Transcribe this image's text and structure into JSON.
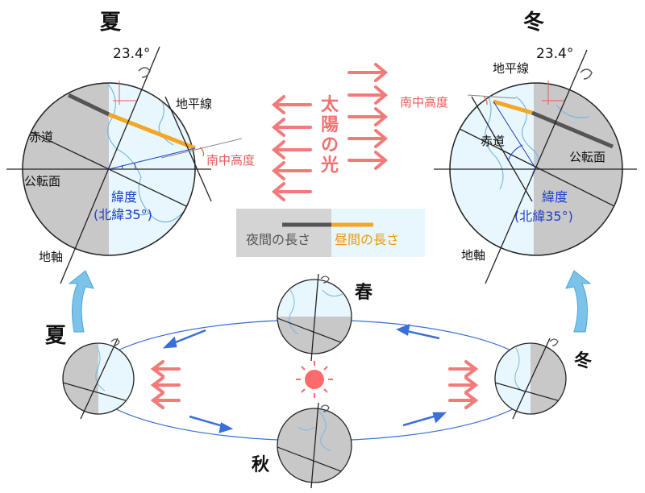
{
  "seasons": {
    "summer": "夏",
    "winter": "冬",
    "spring": "春",
    "autumn": "秋"
  },
  "tilt_angle": "23.4°",
  "labels": {
    "horizon": "地平線",
    "equator": "赤道",
    "orbital_plane": "公転面",
    "axis": "地軸",
    "altitude": "南中高度",
    "latitude": "緯度",
    "latitude_value": "(北緯35°)",
    "sunlight": [
      "太",
      "陽",
      "の",
      "光"
    ]
  },
  "legend": {
    "night": "夜間の長さ",
    "day": "昼間の長さ"
  },
  "colors": {
    "night": "#555555",
    "day": "#f5a623",
    "light": "#e8f7fd",
    "dark": "#c8c8c8",
    "arrow": "#f47a7a",
    "sun": "#ff6a6a",
    "orbit": "#3a6fd8",
    "season_arrow": "#7cc3ea",
    "latitude": "#1f3fd0"
  }
}
